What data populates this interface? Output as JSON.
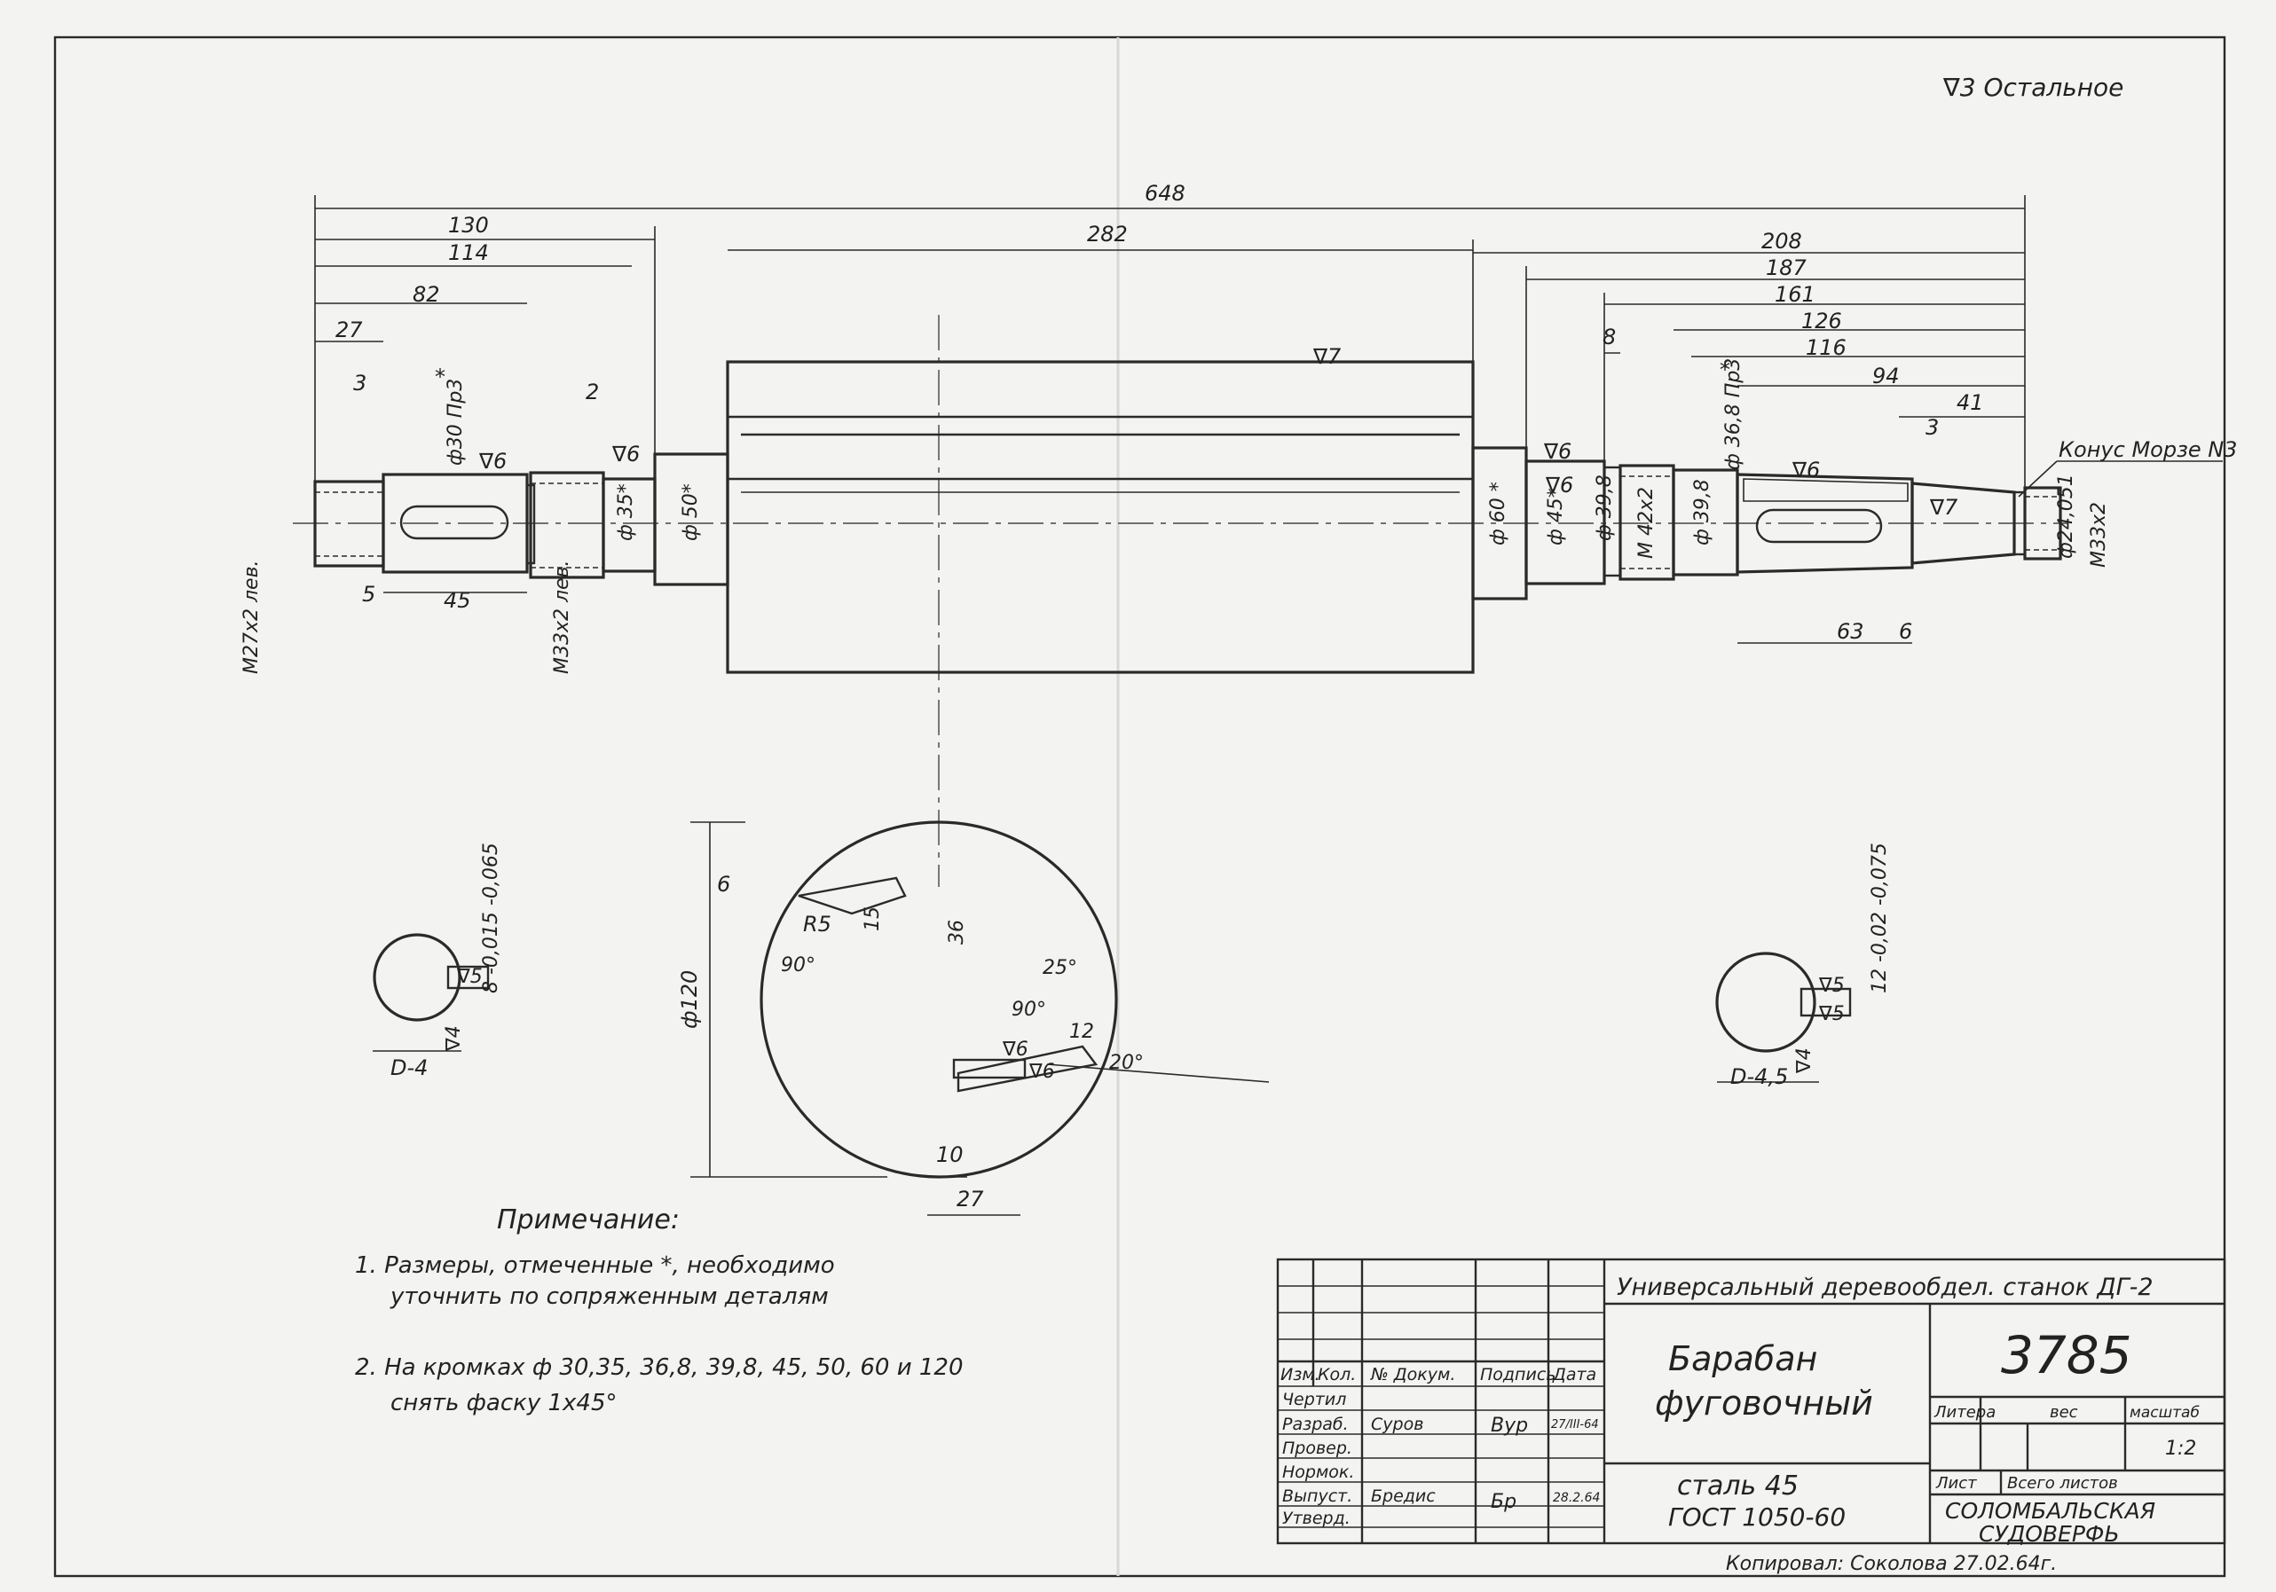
{
  "surface_note": "∇3 Остальное",
  "top_dims": {
    "d648": "648",
    "d282": "282",
    "d130": "130",
    "d114": "114",
    "d82": "82",
    "d27": "27",
    "d3a": "3",
    "d2": "2",
    "d208": "208",
    "d187": "187",
    "d161": "161",
    "d126": "126",
    "d116": "116",
    "d94": "94",
    "d41": "41",
    "d8": "8",
    "d3b": "3"
  },
  "labels": {
    "m27": "M27x2 лев.",
    "m33l": "M33x2 лев.",
    "d30": "ф30 Пр3",
    "d35": "ф 35*",
    "d50": "ф 50*",
    "d60": "ф 60 *",
    "d45": "ф 45*",
    "d398a": "ф 39,8",
    "m42": "M 42x2",
    "d398b": "ф 39,8",
    "d368": "ф 36,8 Пр3",
    "d24": "ф24,051",
    "m33": "M33x2",
    "morse": "Конус Морзе N3",
    "r7": "∇7",
    "r6a": "∇6",
    "r6b": "∇6",
    "r6c": "∇6",
    "r6d": "∇6",
    "r6e": "∇6",
    "r7b": "∇7",
    "b5": "5",
    "b45": "45",
    "b63": "63",
    "b6": "6",
    "star": "*",
    "star2": "*"
  },
  "section": {
    "d120": "ф120",
    "d6": "6",
    "r5": "R5",
    "d15": "15",
    "d36": "36",
    "a90a": "90°",
    "a25": "25°",
    "a90b": "90°",
    "d12": "12",
    "a20": "20°",
    "r6s": "∇6",
    "r6t": "∇6",
    "d10": "10",
    "d27": "27"
  },
  "left_section": {
    "tol": "8 -0,015 -0,065",
    "r5": "∇5",
    "r4": "∇4",
    "label": "D-4"
  },
  "right_section": {
    "tol": "12 -0,02 -0,075",
    "r5a": "∇5",
    "r5b": "∇5",
    "r4": "∇4",
    "label": "D-4,5"
  },
  "notes": {
    "title": "Примечание:",
    "n1a": "1. Размеры, отмеченные *, необходимо",
    "n1b": "уточнить по сопряженным деталям",
    "n2a": "2. На кромках ф 30,35, 36,8, 39,8, 45, 50, 60 и 120",
    "n2b": "снять фаску 1x45°"
  },
  "title_block": {
    "header": "Универсальный деревообдел. станок ДГ-2",
    "name1": "Барабан",
    "name2": "фуговочный",
    "number": "3785",
    "material1": "сталь 45",
    "material2": "ГОСТ 1050-60",
    "col_izm": "Изм.",
    "col_kol": "Кол.",
    "col_doc": "№ Докум.",
    "col_sign": "Подпись",
    "col_date": "Дата",
    "r_chertil": "Чертил",
    "r_razrab": "Разраб.",
    "razrab_name": "Суров",
    "razrab_sign": "Вур",
    "razrab_date": "27/III-64",
    "r_prover": "Провер.",
    "r_normk": "Нормок.",
    "r_vypust": "Выпуст.",
    "vypust_name": "Бредис",
    "vypust_sign": "Бр",
    "vypust_date": "28.2.64",
    "r_utverd": "Утверд.",
    "litera": "Литера",
    "ves": "вес",
    "masshtab": "масштаб",
    "scale": "1:2",
    "list": "Лист",
    "vsego": "Всего листов",
    "org1": "СОЛОМБАЛЬСКАЯ",
    "org2": "СУДОВЕРФЬ"
  },
  "copied": "Копировал: Соколова 27.02.64г."
}
